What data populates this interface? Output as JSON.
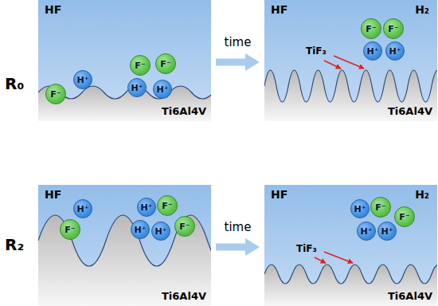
{
  "diagram": {
    "nodes": [
      {
        "text": [
          "HF",
          "Ti6Al4V"
        ]
      },
      {
        "text": [
          "H⁺"
        ],
        "in": 0
      },
      {
        "text": [
          "F⁻"
        ],
        "in": 0
      },
      {
        "text": [
          "F⁻"
        ],
        "in": 0
      },
      {
        "text": [
          "F⁻"
        ],
        "in": 0
      },
      {
        "text": [
          "H⁺"
        ],
        "in": 0
      },
      {
        "text": [
          "H⁺"
        ],
        "in": 0
      },
      {
        "text": [
          "HF",
          "H₂",
          "Ti6Al4V"
        ]
      },
      {
        "text": [
          "F⁻"
        ],
        "in": 7
      },
      {
        "text": [
          "F⁻"
        ],
        "in": 7
      },
      {
        "text": [
          "H⁺"
        ],
        "in": 7
      },
      {
        "text": [
          "H⁺"
        ],
        "in": 7
      },
      {
        "text": [
          "HF",
          "Ti6Al4V"
        ]
      },
      {
        "text": [
          "H⁺"
        ],
        "in": 12
      },
      {
        "text": [
          "F⁻"
        ],
        "in": 12
      },
      {
        "text": [
          "H⁺"
        ],
        "in": 12
      },
      {
        "text": [
          "F⁻"
        ],
        "in": 12
      },
      {
        "text": [
          "H⁺"
        ],
        "in": 12
      },
      {
        "text": [
          "H⁺"
        ],
        "in": 12
      },
      {
        "text": [
          "F⁻"
        ],
        "in": 12
      },
      {
        "text": [
          "HF",
          "H₂",
          "Ti6Al4V"
        ]
      },
      {
        "text": [
          "H⁺"
        ],
        "in": 20
      },
      {
        "text": [
          "F⁻"
        ],
        "in": 20
      },
      {
        "text": [
          "H⁺"
        ],
        "in": 20
      },
      {
        "text": [
          "H⁺"
        ],
        "in": 20
      },
      {
        "text": [
          "F⁻"
        ],
        "in": 20
      }
    ],
    "edges": [
      {
        "from": 0,
        "to": 7,
        "label": "time",
        "arrow": "to"
      },
      {
        "from": 12,
        "to": 20,
        "label": "time",
        "arrow": "to"
      }
    ],
    "labels": [
      "R₀",
      "TiF₃",
      "R₂",
      "TiF₃"
    ]
  }
}
